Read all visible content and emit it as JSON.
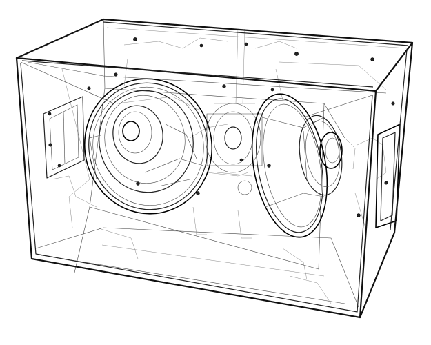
{
  "figure": {
    "subject": "speaker-cabinet-wireframe",
    "style": "black line art on white",
    "colors": {
      "background": "#ffffff",
      "line": "#111111"
    },
    "drivers": [
      {
        "name": "front-woofer"
      },
      {
        "name": "rear-woofer"
      }
    ]
  }
}
